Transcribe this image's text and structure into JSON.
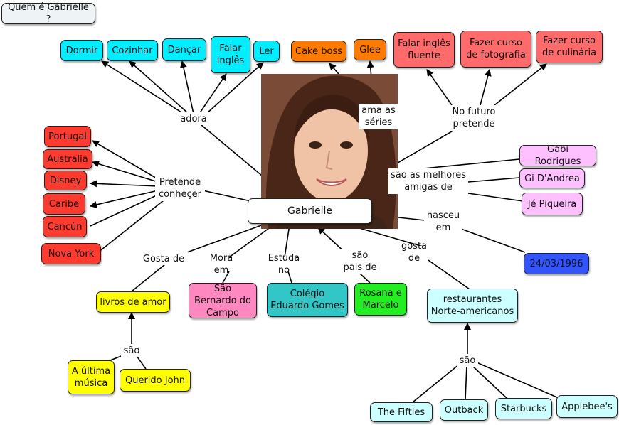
{
  "title": "Quem é Gabrielle ?",
  "center": "Gabrielle",
  "photo": "portrait-photo",
  "nodes": {
    "dormir": "Dormir",
    "cozinhar": "Cozinhar",
    "dancar": "Dançar",
    "falar_ingles": "Falar inglês",
    "ler": "Ler",
    "cake_boss": "Cake boss",
    "glee": "Glee",
    "falar_ingles_fluente": "Falar inglês fluente",
    "curso_fotografia": "Fazer curso de fotografia",
    "curso_culinaria": "Fazer curso de culinária",
    "portugal": "Portugal",
    "australia": "Australia",
    "disney": "Disney",
    "caribe": "Caribe",
    "cancun": "Cancún",
    "nova_york": "Nova York",
    "gabi": "Gabi Rodrigues",
    "gi": "Gi D'Andrea",
    "je": "Jé Piqueira",
    "data": "24/03/1996",
    "livros": "livros de amor",
    "sao_bernardo": "São Bernardo do Campo",
    "colegio": "Colégio Eduardo Gomes",
    "pais": "Rosana e Marcelo",
    "restaurantes": "restaurantes Norte-americanos",
    "ultima_musica": "A última música",
    "querido_john": "Querido John",
    "fifties": "The Fifties",
    "outback": "Outback",
    "starbucks": "Starbucks",
    "applebees": "Applebee's"
  },
  "labels": {
    "adora": "adora",
    "ama_series": "ama as séries",
    "no_futuro": "No futuro pretende",
    "pretende_conhecer": "Pretende conheçer",
    "melhores_amigas": "são as melhores amigas de",
    "nasceu_em": "nasceu em",
    "gosta_de_1": "Gosta de",
    "mora_em": "Mora em",
    "estuda_no": "Estuda no",
    "sao_pais_de": "são pais de",
    "gosta_de_2": "gosta de",
    "sao_1": "são",
    "sao_2": "são"
  },
  "colors": {
    "cyan": "#00eeff",
    "orange": "#ff7a00",
    "salmon": "#ff6b6b",
    "red": "#ff3b30",
    "light_pink": "#ffc0ff",
    "blue": "#3355ff",
    "pink": "#ff88c0",
    "teal": "#33c6c6",
    "green": "#22ee22",
    "yellow": "#ffff00",
    "light_cyan": "#ccffff"
  }
}
